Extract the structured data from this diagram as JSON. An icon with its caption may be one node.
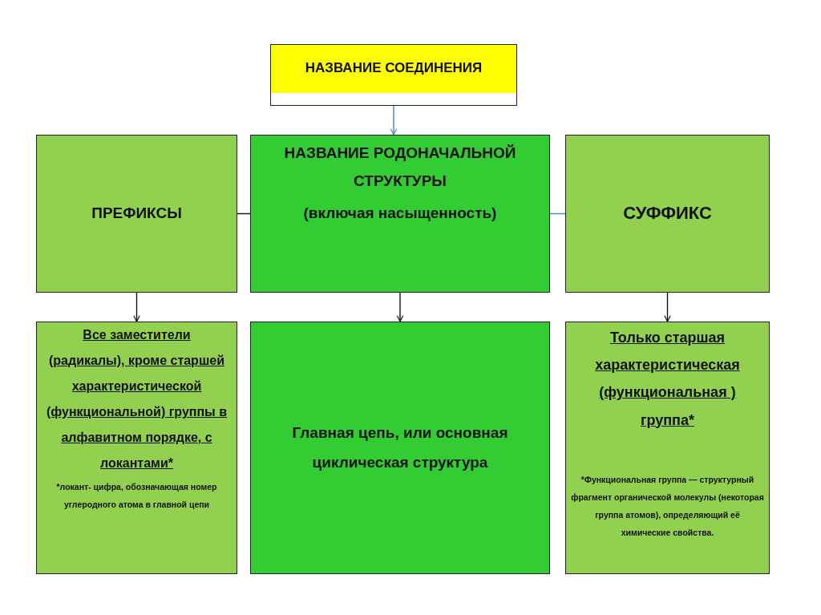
{
  "diagram": {
    "nodes": [
      {
        "text": [
          "НАЗВАНИЕ СОЕДИНЕНИЯ"
        ]
      },
      {
        "text": [
          "ПРЕФИКСЫ"
        ]
      },
      {
        "text": [
          "НАЗВАНИЕ РОДОНАЧАЛЬНОЙ СТРУКТУРЫ",
          "(включая насыщенность)"
        ]
      },
      {
        "text": [
          "СУФФИКС"
        ]
      },
      {
        "text": [
          "Все заместители (радикалы), кроме старшей характеристической (функциональной) группы в алфавитном порядке, с локантами*",
          "*локант- цифра, обозначающая номер углеродного атома в главной цепи"
        ]
      },
      {
        "text": [
          "Главная цепь, или основная циклическая структура"
        ]
      },
      {
        "text": [
          "Только старшая характеристическая (функциональная ) группа*",
          "*Функциональная группа — структурный фрагмент органической молекулы (некоторая группа атомов), определяющий её химические свойства."
        ]
      }
    ],
    "edges": [
      {
        "from": 0,
        "to": 2,
        "arrow": "to",
        "color": "#4f81bd"
      },
      {
        "from": 2,
        "to": 1,
        "arrow": "none"
      },
      {
        "from": 2,
        "to": 3,
        "arrow": "none",
        "color": "#4f81bd"
      },
      {
        "from": 1,
        "to": 4,
        "arrow": "to"
      },
      {
        "from": 2,
        "to": 5,
        "arrow": "to"
      },
      {
        "from": 3,
        "to": 6,
        "arrow": "to"
      }
    ]
  }
}
